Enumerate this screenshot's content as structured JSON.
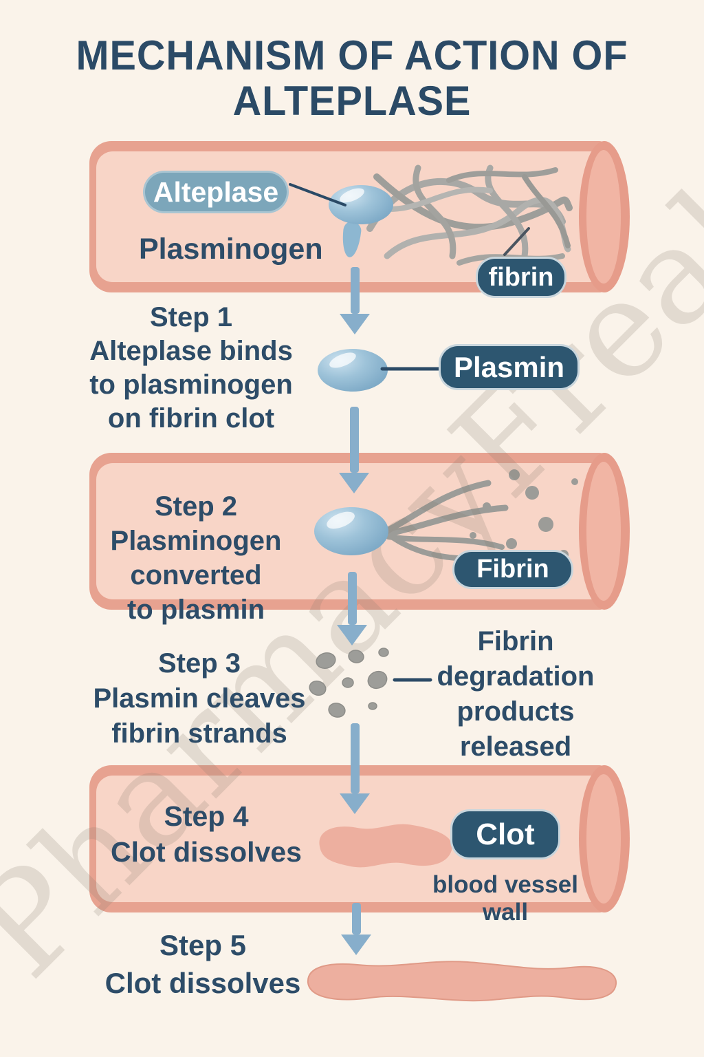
{
  "title": {
    "line1": "MECHANISM OF ACTION OF",
    "line2": "ALTEPLASE"
  },
  "watermark": "PharmacyFreak",
  "vessel1": {
    "alteplase": "Alteplase",
    "plasminogen": "Plasminogen",
    "fibrin": "fibrin"
  },
  "step1": {
    "heading": "Step 1",
    "line1": "Alteplase binds",
    "line2": "to plasminogen",
    "line3": "on fibrin clot",
    "plasmin": "Plasmin"
  },
  "step2": {
    "heading": "Step 2",
    "line1": "Plasminogen",
    "line2": "converted",
    "line3": "to plasmin",
    "fibrin": "Fibrin"
  },
  "step3": {
    "heading": "Step 3",
    "line1": "Plasmin cleaves",
    "line2": "fibrin strands",
    "note_line1": "Fibrin",
    "note_line2": "degradation",
    "note_line3": "products",
    "note_line4": "released"
  },
  "step4": {
    "heading": "Step 4",
    "line1": "Clot dissolves",
    "clot": "Clot",
    "wall": "blood vessel wall"
  },
  "step5": {
    "heading": "Step 5",
    "line1": "Clot dissolves"
  },
  "colors": {
    "background": "#faf3ea",
    "navy_text": "#2d4c68",
    "navy_pill": "#2d5670",
    "blue_pill": "#7ca6ba",
    "vessel_wall": "#e7a290",
    "vessel_lumen": "#f8d5c7",
    "arrow_blue": "#87aecb",
    "molecule_blue": "#9ec3d9",
    "strand_gray": "#a5a5a2",
    "clot_salmon": "#edaf9f"
  }
}
